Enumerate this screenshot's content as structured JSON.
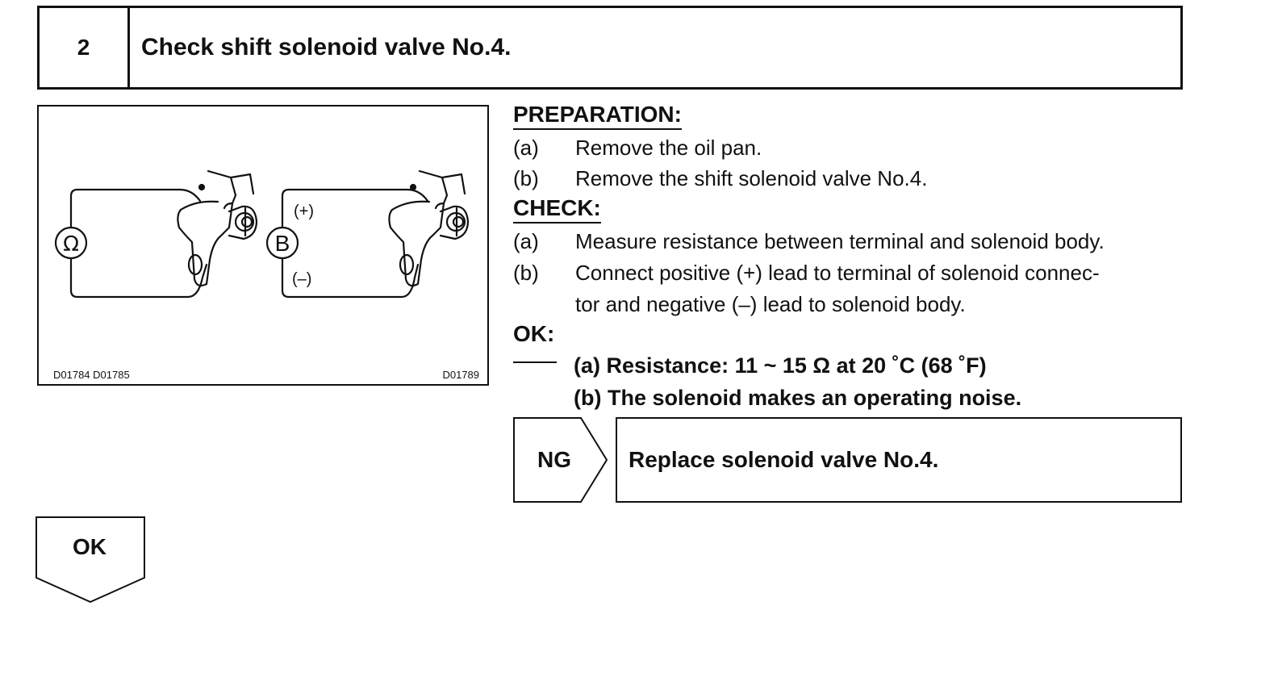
{
  "step": {
    "number": "2",
    "title": "Check shift solenoid valve No.4."
  },
  "figure": {
    "ohmmeter_symbol": "Ω",
    "battery_symbol": "B",
    "positive_label": "(+)",
    "negative_label": "(–)",
    "code_left": "D01784  D01785",
    "code_right": "D01789"
  },
  "preparation": {
    "heading": "PREPARATION:",
    "items": [
      {
        "label": "(a)",
        "text": "Remove the oil pan."
      },
      {
        "label": "(b)",
        "text": "Remove the shift solenoid valve No.4."
      }
    ]
  },
  "check": {
    "heading": "CHECK:",
    "items": [
      {
        "label": "(a)",
        "text": "Measure resistance between terminal and solenoid body."
      },
      {
        "label": "(b)",
        "text": "Connect positive (+) lead to terminal of solenoid connec-",
        "continuation": "tor and negative (–) lead to solenoid body."
      }
    ]
  },
  "ok": {
    "heading": "OK:",
    "items": [
      "(a) Resistance: 11 ~ 15 Ω at 20 ˚C (68 ˚F)",
      "(b) The solenoid makes an operating noise."
    ]
  },
  "ng": {
    "label": "NG",
    "action": "Replace solenoid valve No.4."
  },
  "ok_flow": {
    "label": "OK"
  }
}
